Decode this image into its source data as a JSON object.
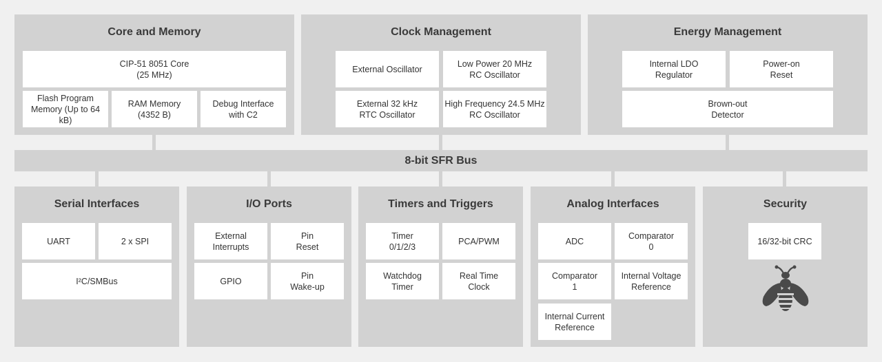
{
  "bus": {
    "label": "8-bit SFR Bus"
  },
  "core_memory": {
    "title": "Core and Memory",
    "cpu": "CIP-51 8051 Core\n(25 MHz)",
    "flash": "Flash Program\nMemory (Up to 64 kB)",
    "ram": "RAM Memory\n(4352 B)",
    "debug": "Debug Interface\nwith C2"
  },
  "clock": {
    "title": "Clock Management",
    "ext_osc": "External Oscillator",
    "lp20": "Low Power 20 MHz\nRC Oscillator",
    "ext32": "External 32 kHz\nRTC Oscillator",
    "hf245": "High Frequency 24.5 MHz\nRC Oscillator"
  },
  "energy": {
    "title": "Energy Management",
    "ldo": "Internal LDO\nRegulator",
    "por": "Power-on\nReset",
    "bod": "Brown-out\nDetector"
  },
  "serial": {
    "title": "Serial Interfaces",
    "uart": "UART",
    "spi": "2 x SPI",
    "i2c": "I²C/SMBus"
  },
  "io": {
    "title": "I/O Ports",
    "ext_int": "External\nInterrupts",
    "pin_reset": "Pin\nReset",
    "gpio": "GPIO",
    "pin_wake": "Pin\nWake-up"
  },
  "timers": {
    "title": "Timers and Triggers",
    "timer": "Timer\n0/1/2/3",
    "pca": "PCA/PWM",
    "wdt": "Watchdog\nTimer",
    "rtc": "Real Time\nClock"
  },
  "analog": {
    "title": "Analog Interfaces",
    "adc": "ADC",
    "comp0": "Comparator\n0",
    "comp1": "Comparator\n1",
    "vref": "Internal Voltage\nReference",
    "iref": "Internal Current\nReference"
  },
  "security": {
    "title": "Security",
    "crc": "16/32-bit CRC",
    "logo_icon": "bee-icon"
  }
}
